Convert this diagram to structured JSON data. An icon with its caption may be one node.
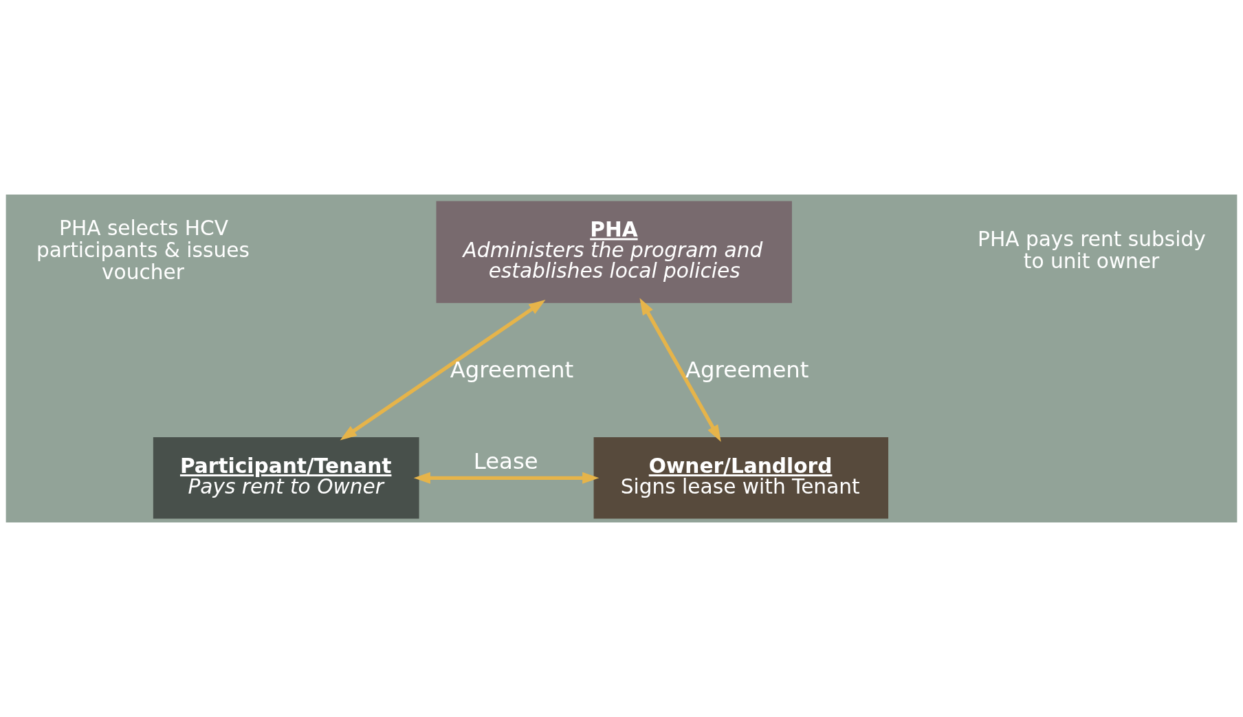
{
  "diagram": {
    "nodes": [
      {
        "text": [
          "PHA",
          "Administers the program and establishes local policies"
        ]
      },
      {
        "text": [
          "Participant/Tenant",
          "Pays rent to Owner"
        ]
      },
      {
        "text": [
          "Owner/Landlord",
          "Signs lease with Tenant"
        ]
      }
    ],
    "edges": [
      {
        "from": 0,
        "to": 1,
        "arrow": "both",
        "label": "Agreement"
      },
      {
        "from": 0,
        "to": 2,
        "arrow": "both",
        "label": "Agreement"
      },
      {
        "from": 1,
        "to": 2,
        "arrow": "both",
        "label": "Lease"
      }
    ],
    "labels": [
      "PHA selects HCV participants & issues voucher",
      "PHA pays rent subsidy to unit owner"
    ]
  }
}
